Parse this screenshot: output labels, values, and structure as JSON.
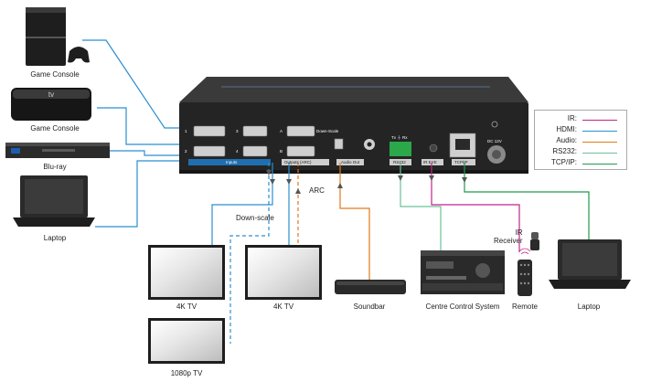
{
  "colors": {
    "ir": "#c0248c",
    "hdmi": "#2a8fd0",
    "audio": "#e07a1c",
    "rs232": "#6cc09a",
    "tcpip": "#1e9a4a",
    "device": "#2a2a2a"
  },
  "sources": {
    "console1": "Game Console",
    "console2": "Game Console",
    "bluray": "Blu-ray",
    "laptop": "Laptop"
  },
  "sinks": {
    "tv1": "4K TV",
    "tv2": "4K TV",
    "tv3": "1080p TV",
    "soundbar": "Soundbar",
    "control": "Centre Control System",
    "remote": "Remote",
    "ir_receiver": "IR\nReceiver",
    "laptop2": "Laptop"
  },
  "annotations": {
    "downscale": "Down-scale",
    "arc": "ARC"
  },
  "device_labels": {
    "inputs": "Inputs",
    "outputs": "Outputs (ARC)",
    "down_scale": "Down-Scale",
    "audio_out": "Audio Out",
    "rs232": "RS232",
    "ir_eye": "IR EYE",
    "tcpip": "TCP/IP",
    "dc": "DC 12V",
    "txrx": "Tx ⏚ Rx",
    "port1": "1",
    "port2": "2",
    "port3": "3",
    "port4": "4",
    "outA": "A",
    "outB": "B"
  },
  "legend": [
    {
      "label": "IR:",
      "color": "#c0248c"
    },
    {
      "label": "HDMI:",
      "color": "#2a8fd0"
    },
    {
      "label": "Audio:",
      "color": "#e07a1c"
    },
    {
      "label": "RS232:",
      "color": "#6cc09a"
    },
    {
      "label": "TCP/IP:",
      "color": "#1e9a4a"
    }
  ]
}
